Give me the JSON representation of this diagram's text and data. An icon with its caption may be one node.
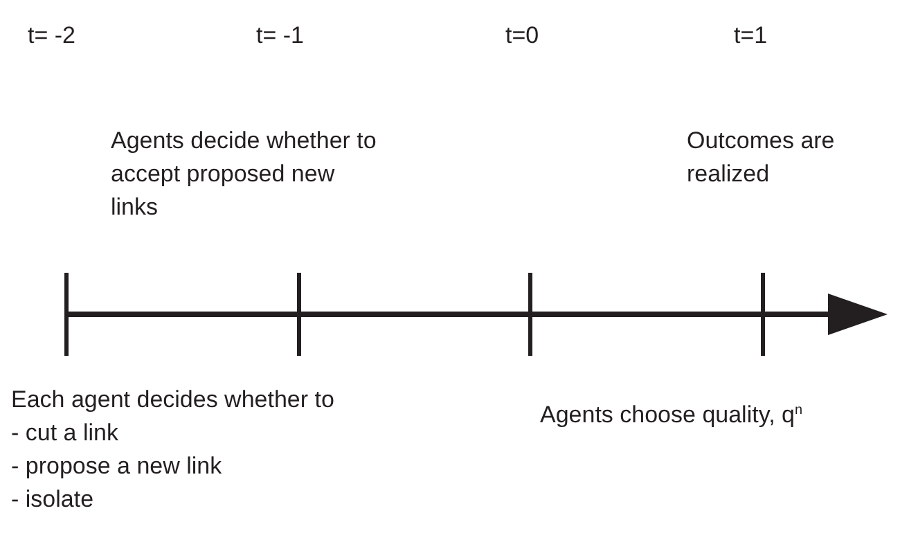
{
  "diagram": {
    "labels": [
      "t= -2",
      "t= -1",
      "t=0",
      "t=1",
      "Agents decide whether to accept proposed new links",
      "Outcomes are realized",
      "Each agent decides whether to",
      "- cut a link",
      "- propose a new link",
      "- isolate",
      "Agents choose quality, q$^{n}$"
    ]
  }
}
